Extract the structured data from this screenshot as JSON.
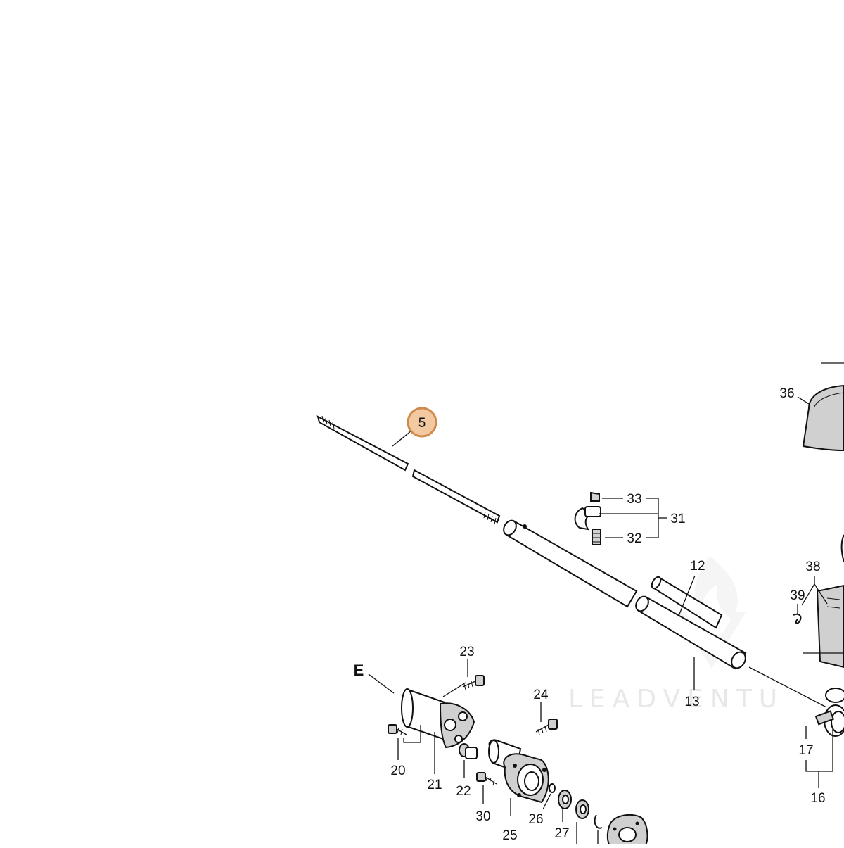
{
  "diagram": {
    "section_label": "E",
    "highlighted_callout": "5",
    "watermark": "LEADVENTU",
    "callouts": {
      "c12": "12",
      "c13": "13",
      "c16": "16",
      "c17": "17",
      "c20": "20",
      "c21": "21",
      "c22": "22",
      "c23": "23",
      "c24": "24",
      "c25": "25",
      "c26": "26",
      "c27": "27",
      "c30": "30",
      "c31": "31",
      "c32": "32",
      "c33": "33",
      "c36": "36",
      "c38": "38",
      "c39": "39"
    },
    "colors": {
      "highlight_fill": "#f2c9a0",
      "highlight_stroke": "#cf8a4c"
    }
  }
}
